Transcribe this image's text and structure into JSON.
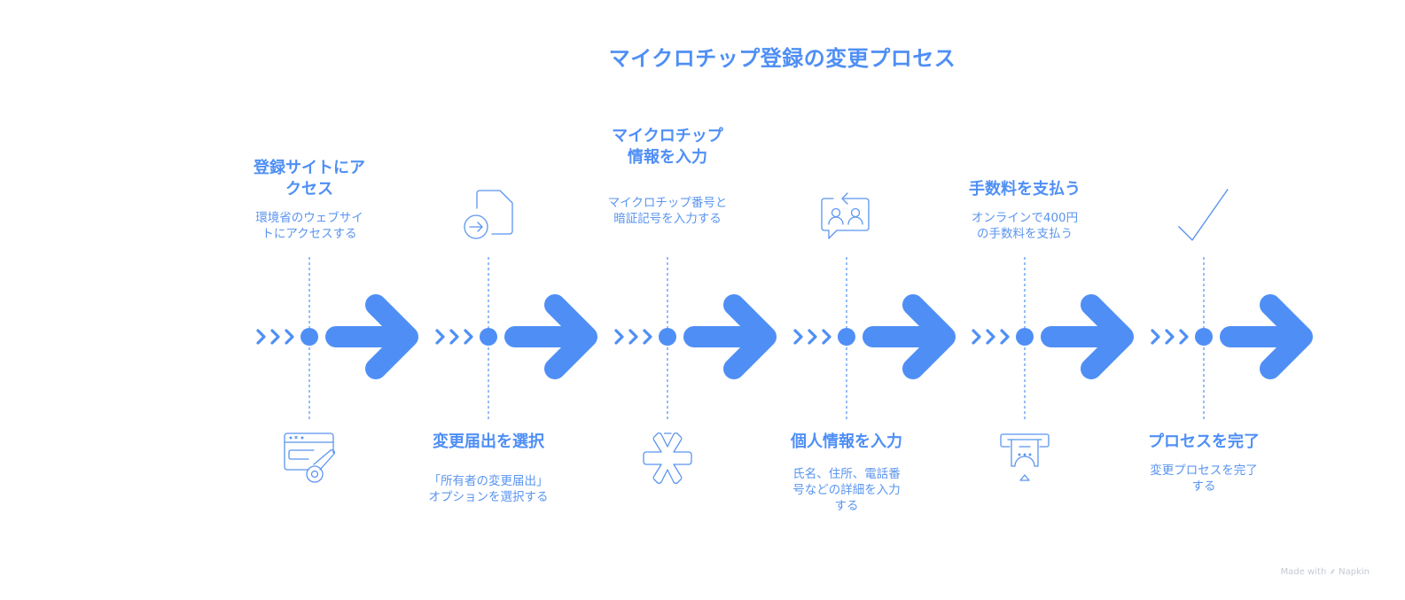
{
  "title": "マイクロチップ登録の変更プロセス",
  "accent_color": "#4f8ff5",
  "steps": [
    {
      "title": "登録サイトにアクセス",
      "title_lines": [
        "登録サイトにア",
        "クセス"
      ],
      "desc_lines": [
        "環境省のウェブサイ",
        "トにアクセスする"
      ],
      "icon": "browser-key-icon",
      "text_position": "top"
    },
    {
      "title": "変更届出を選択",
      "title_lines": [
        "変更届出を選択"
      ],
      "desc_lines": [
        "「所有者の変更届出」",
        "オプションを選択する"
      ],
      "icon": "document-arrow-icon",
      "text_position": "bottom"
    },
    {
      "title": "マイクロチップ情報を入力",
      "title_lines": [
        "マイクロチップ",
        "情報を入力"
      ],
      "desc_lines": [
        "マイクロチップ番号と",
        "暗証記号を入力する"
      ],
      "icon": "asterisk-icon",
      "text_position": "top"
    },
    {
      "title": "個人情報を入力",
      "title_lines": [
        "個人情報を入力"
      ],
      "desc_lines": [
        "氏名、住所、電話番",
        "号などの詳細を入力",
        "する"
      ],
      "icon": "users-chat-icon",
      "text_position": "bottom"
    },
    {
      "title": "手数料を支払う",
      "title_lines": [
        "手数料を支払う"
      ],
      "desc_lines": [
        "オンラインで400円",
        "の手数料を支払う"
      ],
      "icon": "receipt-payment-icon",
      "text_position": "top"
    },
    {
      "title": "プロセスを完了",
      "title_lines": [
        "プロセスを完了"
      ],
      "desc_lines": [
        "変更プロセスを完了",
        "する"
      ],
      "icon": "checkmark-icon",
      "text_position": "bottom"
    }
  ],
  "credit": "Made with ⸙ Napkin"
}
